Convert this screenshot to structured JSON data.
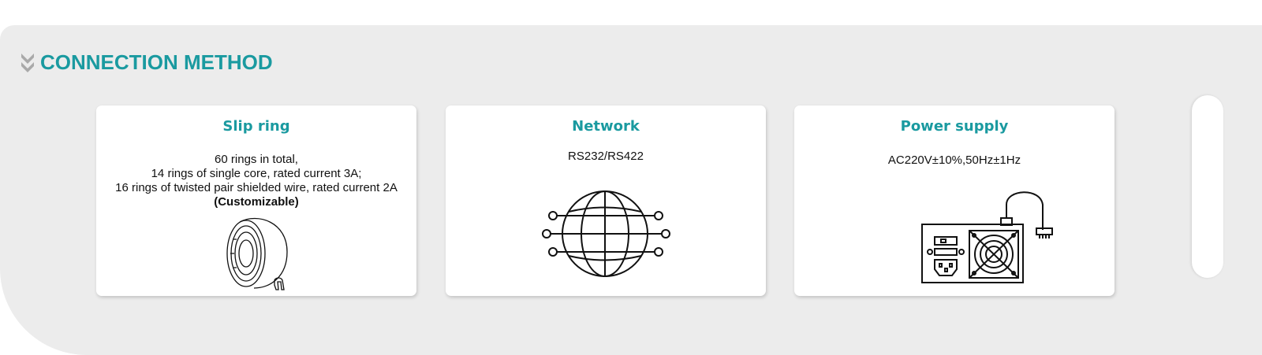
{
  "section": {
    "title": "CONNECTION METHOD",
    "icon": "double-chevron-down-icon",
    "accent_color": "#1a9aa0"
  },
  "cards": [
    {
      "title": "Slip ring",
      "lines": [
        "60 rings in total,",
        "14 rings of single core, rated current 3A;",
        "16 rings of twisted pair shielded wire, rated current 2A"
      ],
      "emphasis": "(Customizable)",
      "icon": "slip-ring-icon"
    },
    {
      "title": "Network",
      "lines": [
        "RS232/RS422"
      ],
      "icon": "globe-network-icon"
    },
    {
      "title": "Power supply",
      "lines": [
        "AC220V±10%,50Hz±1Hz"
      ],
      "icon": "power-supply-icon"
    }
  ]
}
